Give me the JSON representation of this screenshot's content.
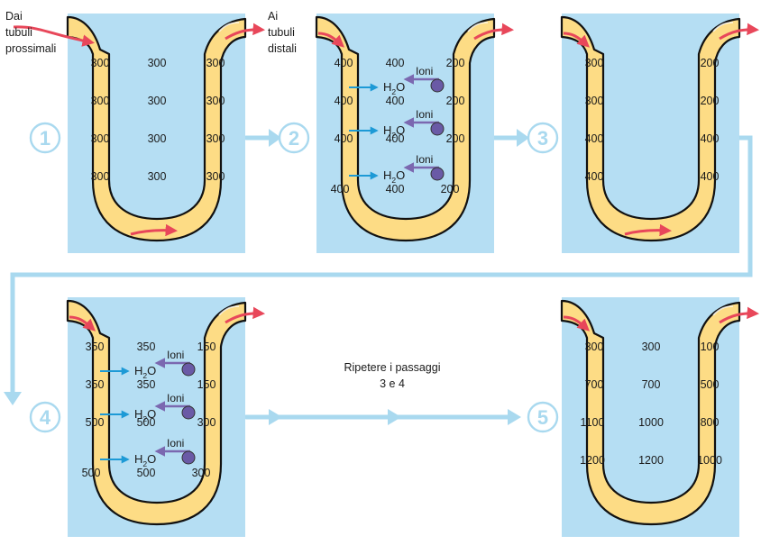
{
  "labels": {
    "from_proximal": [
      "Dai",
      "tubuli",
      "prossimali"
    ],
    "to_distal": [
      "Ai",
      "tubuli",
      "distali"
    ],
    "repeat": [
      "Ripetere i passaggi",
      "3 e 4"
    ],
    "ions": "Ioni",
    "water_H": "H",
    "water_sub": "2",
    "water_O": "O"
  },
  "steps": [
    {
      "number": "1",
      "values": [
        [
          "300",
          "300",
          "300"
        ],
        [
          "300",
          "300",
          "300"
        ],
        [
          "300",
          "300",
          "300"
        ],
        [
          "300",
          "300",
          "300"
        ]
      ],
      "pumps": false
    },
    {
      "number": "2",
      "values": [
        [
          "400",
          "400",
          "200"
        ],
        [
          "400",
          "400",
          "200"
        ],
        [
          "400",
          "400",
          "200"
        ],
        [
          "400",
          "400",
          "200"
        ]
      ],
      "pumps": true
    },
    {
      "number": "3",
      "values": [
        [
          "300",
          "",
          "200"
        ],
        [
          "300",
          "",
          "200"
        ],
        [
          "400",
          "",
          "400"
        ],
        [
          "400",
          "",
          "400"
        ]
      ],
      "pumps": false
    },
    {
      "number": "4",
      "values": [
        [
          "350",
          "350",
          "150"
        ],
        [
          "350",
          "350",
          "150"
        ],
        [
          "500",
          "500",
          "300"
        ],
        [
          "500",
          "500",
          "300"
        ]
      ],
      "pumps": true
    },
    {
      "number": "5",
      "values": [
        [
          "300",
          "300",
          "100"
        ],
        [
          "700",
          "700",
          "500"
        ],
        [
          "1100",
          "1000",
          "800"
        ],
        [
          "1200",
          "1200",
          "1000"
        ]
      ],
      "pumps": false
    }
  ],
  "colors": {
    "panel": "#b5def3",
    "tube": "#fddc85",
    "tube_outline": "#111111",
    "flow_arrow": "#e8475a",
    "ion_arrow": "#7b68b0",
    "pump": "#6a5aa6",
    "water_arrow": "#1d9ad6",
    "connector": "#a9d9ef"
  }
}
